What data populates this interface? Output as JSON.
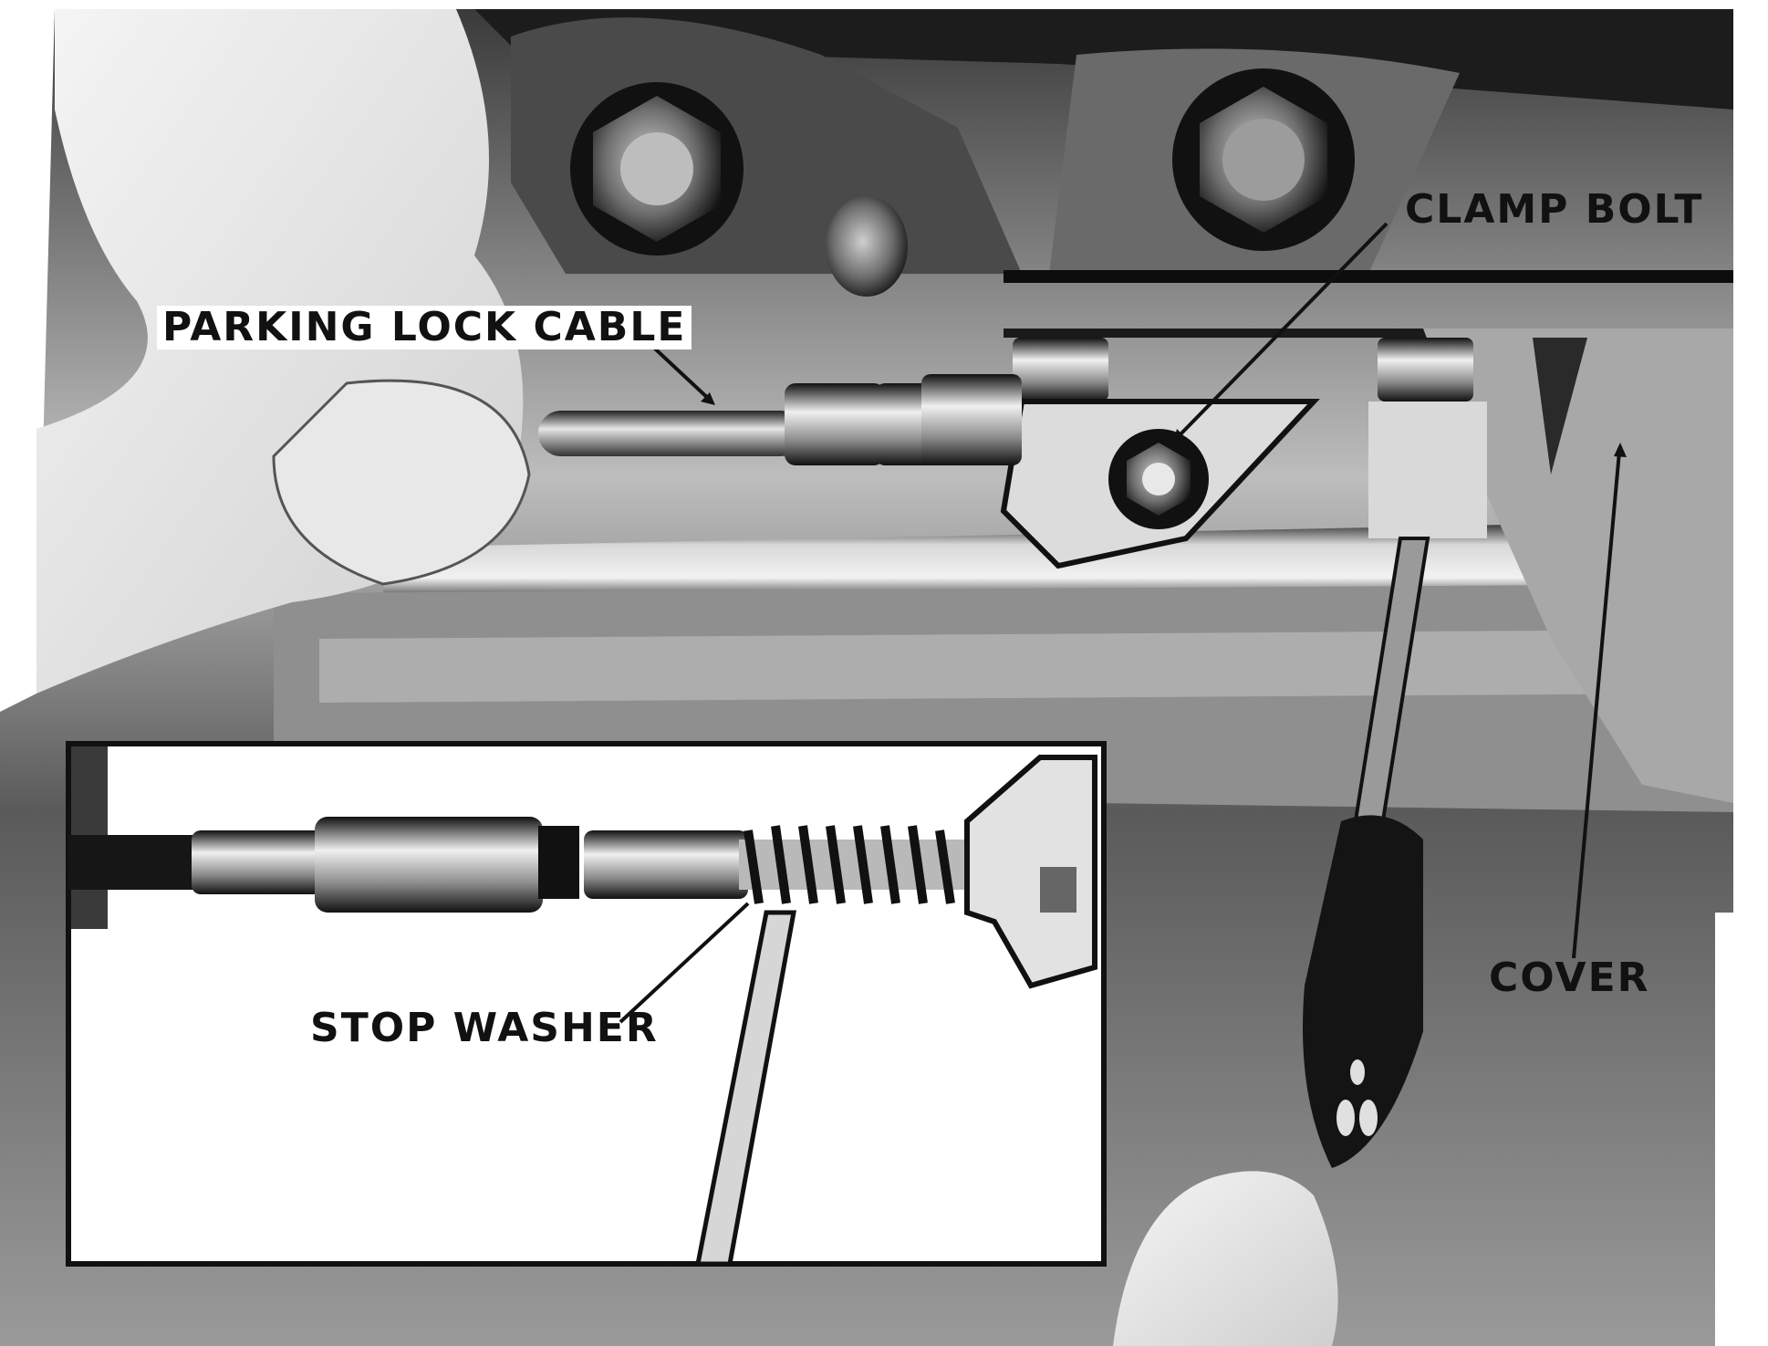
{
  "labels": {
    "parking_lock_cable": "PARKING LOCK CABLE",
    "clamp_bolt": "CLAMP BOLT",
    "cover": "COVER",
    "stop_washer": "STOP WASHER"
  }
}
